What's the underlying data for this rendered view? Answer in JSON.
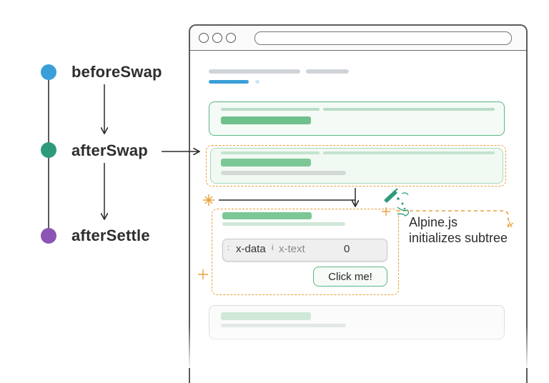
{
  "timeline": [
    {
      "label": "beforeSwap",
      "color": "#3a9fd8"
    },
    {
      "label": "afterSwap",
      "color": "#2e9a7c"
    },
    {
      "label": "afterSettle",
      "color": "#8a55b4"
    }
  ],
  "component": {
    "attr_data": "x-data",
    "attr_text": "x-text",
    "value": "0",
    "button_label": "Click me!"
  },
  "annotation": {
    "line1": "Alpine.js",
    "line2": "initializes subtree"
  },
  "colors": {
    "accent_green": "#5cb584",
    "dash_orange": "#e8a13b",
    "progress_blue": "#3a9fd8"
  }
}
